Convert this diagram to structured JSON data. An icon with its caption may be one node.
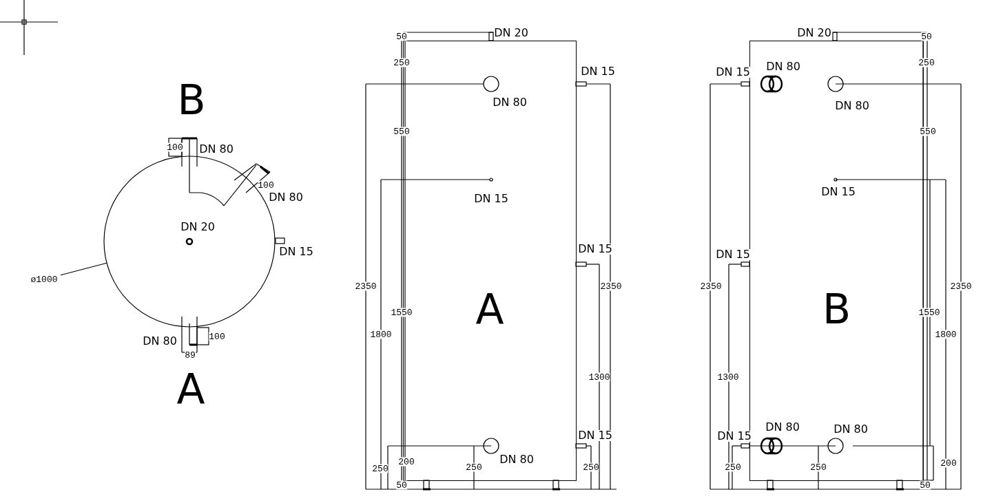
{
  "diagram": {
    "nodes": [
      {
        "text": [],
        "shape": "circle"
      },
      {
        "text": [
          "ø1000"
        ]
      },
      {
        "text": [
          "A"
        ]
      },
      {
        "text": [
          "B"
        ]
      }
    ],
    "edges": [
      {
        "from": 1,
        "to": 0,
        "arrow": "none"
      }
    ],
    "labels": [
      "B",
      "100",
      "DN 80",
      "100",
      "DN 80",
      "DN 20",
      "DN 15",
      "DN 80",
      "100",
      "89",
      "A",
      "50",
      "DN 20",
      "250",
      "DN 15",
      "DN 80",
      "550",
      "DN 15",
      "DN 15",
      "2350",
      "2350",
      "1550",
      "1800",
      "1300",
      "DN 15",
      "250",
      "200",
      "250",
      "DN 80",
      "250",
      "50",
      "DN 20",
      "50",
      "DN 15",
      "DN 80",
      "250",
      "DN 80",
      "550",
      "DN 15",
      "DN 15",
      "2350",
      "2350",
      "1550",
      "1800",
      "1300",
      "DN 15",
      "DN 80",
      "DN 80",
      "250",
      "250",
      "200",
      "50"
    ]
  }
}
